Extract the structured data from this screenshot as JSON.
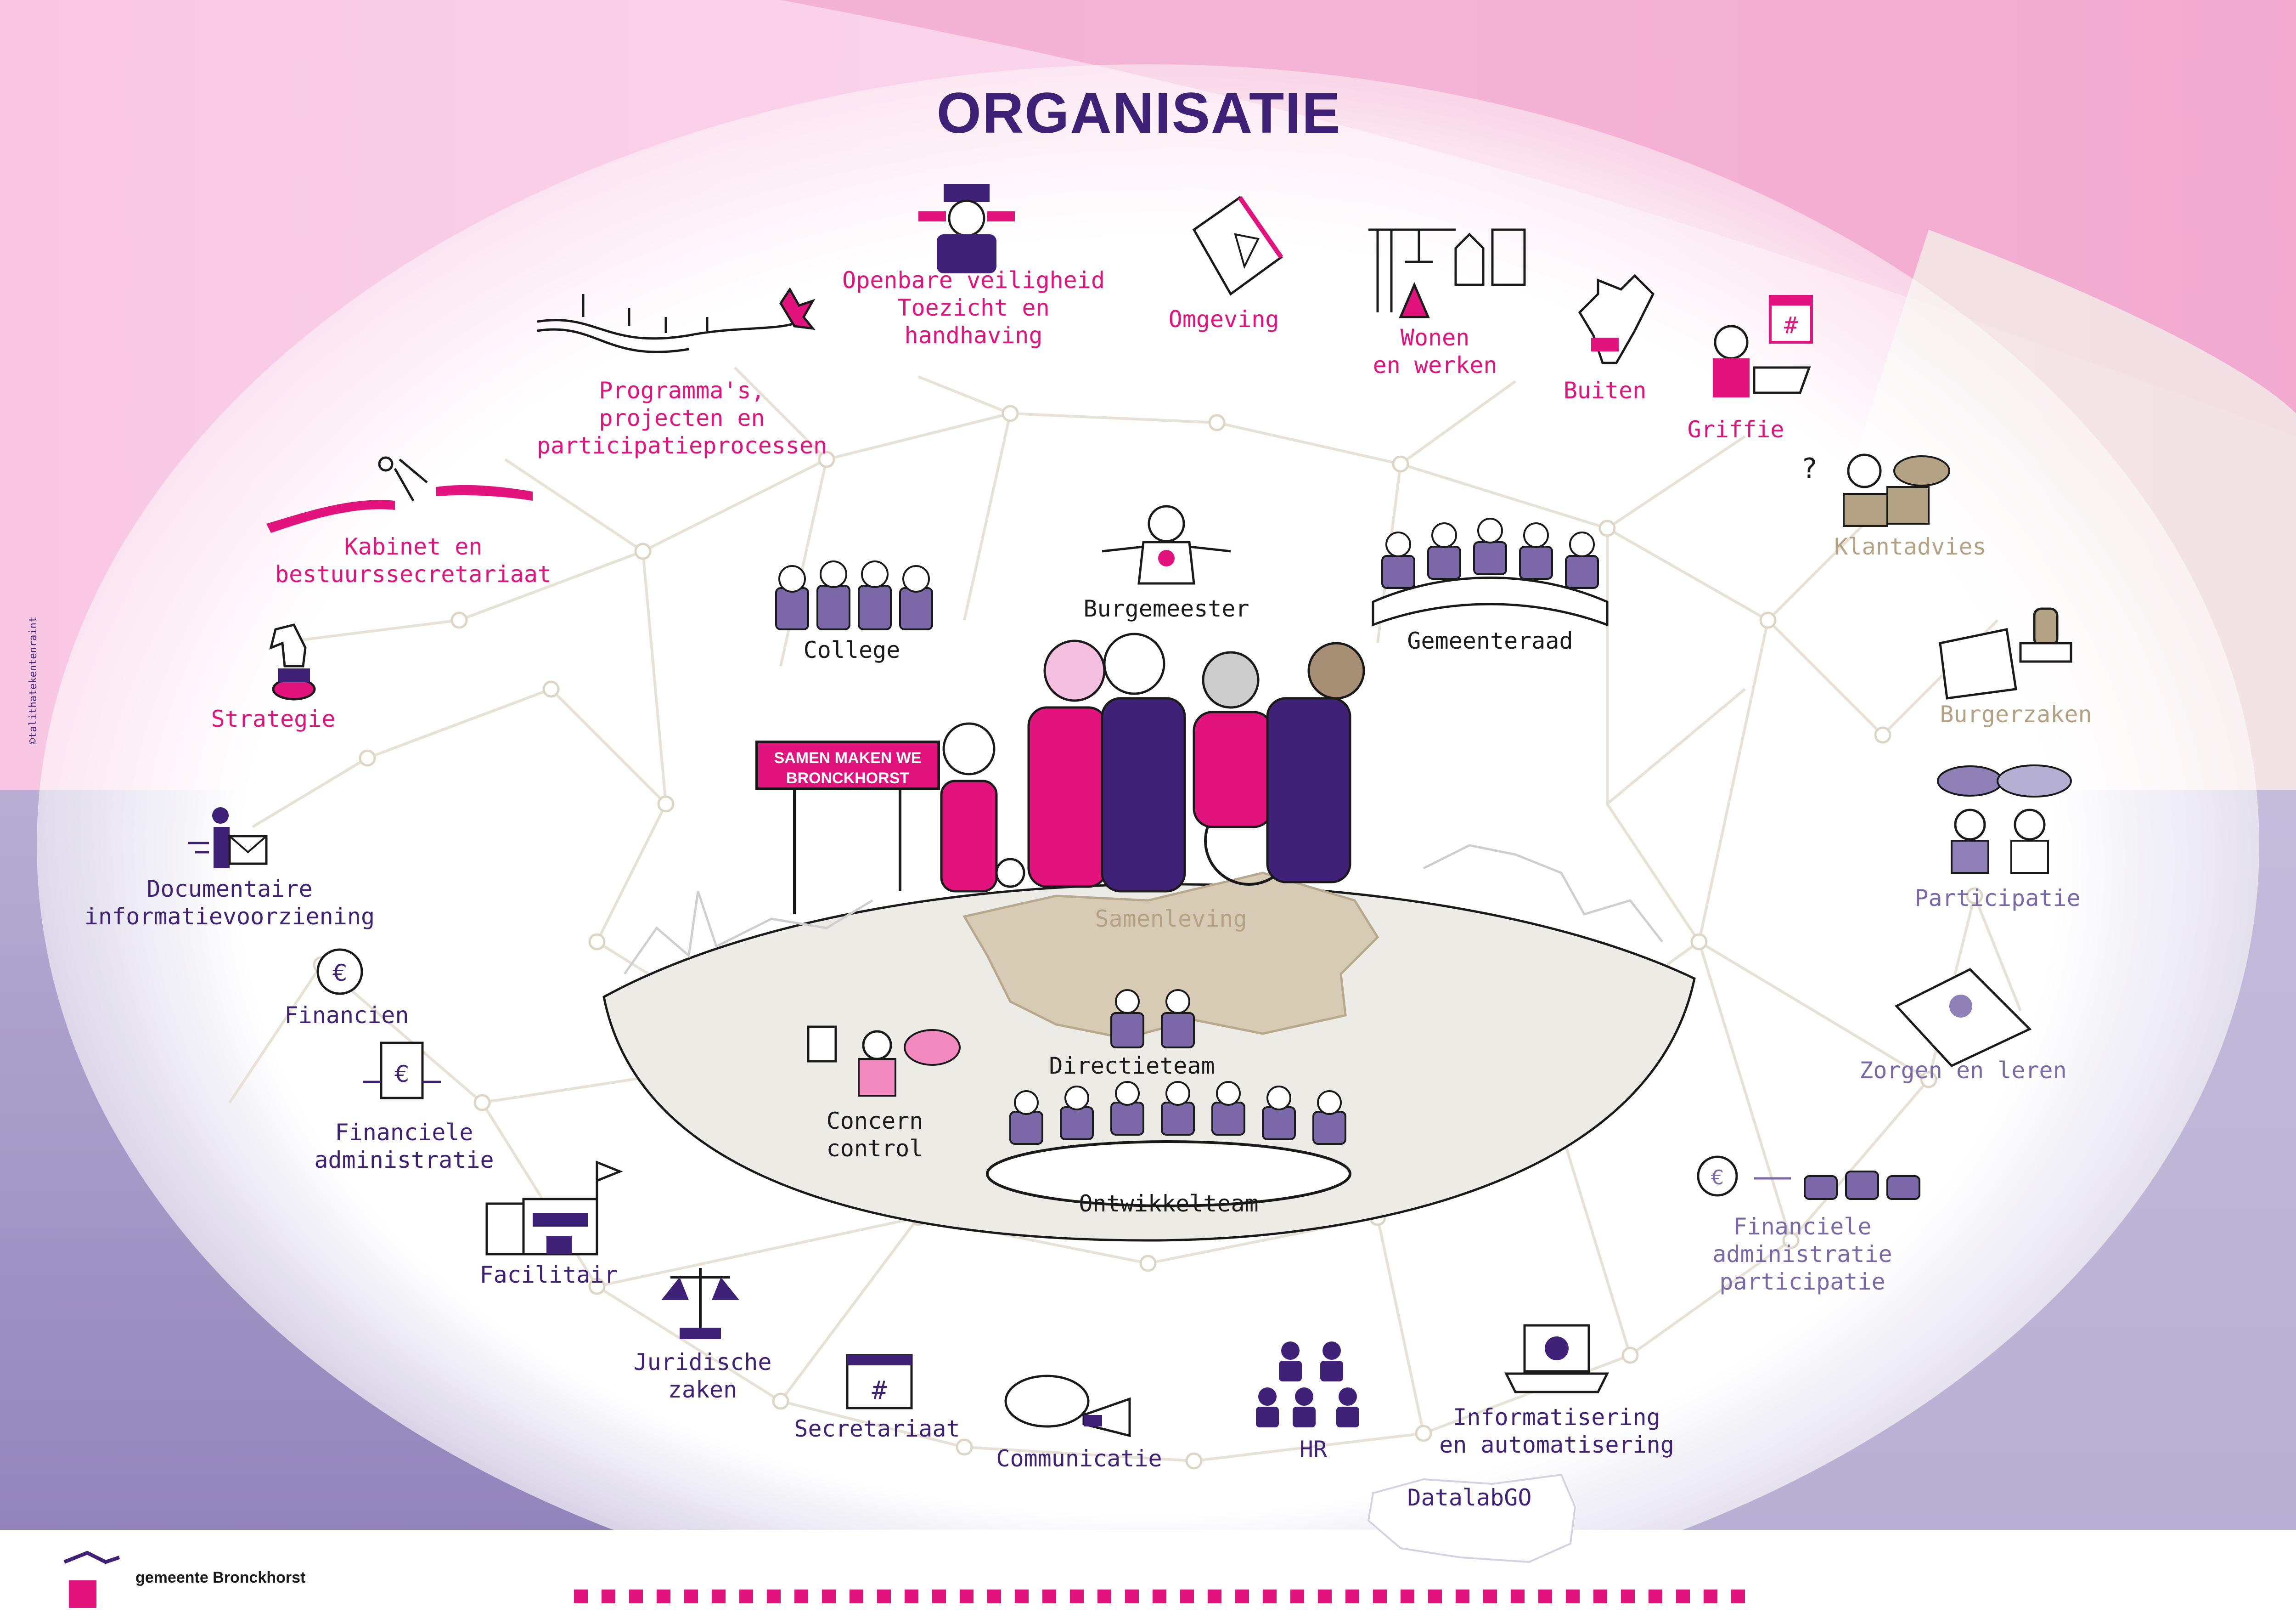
{
  "title": "ORGANISATIE",
  "sign_text": "SAMEN MAKEN WE\nBRONCKHORST",
  "credit": "©talithatekentenraint",
  "footer_brand": "gemeente Bronckhorst",
  "labels": {
    "openbare": "Openbare veiligheid\nToezicht en\nhandhaving",
    "omgeving": "Omgeving",
    "wonen": "Wonen\nen werken",
    "buiten": "Buiten",
    "griffie": "Griffie",
    "programmas": "Programma's,\nprojecten en\nparticipatieprocessen",
    "kabinet": "Kabinet en\nbestuurssecretariaat",
    "klantadvies": "Klantadvies",
    "strategie": "Strategie",
    "college": "College",
    "burgemeester": "Burgemeester",
    "gemeenteraad": "Gemeenteraad",
    "burgerzaken": "Burgerzaken",
    "documentaire": "Documentaire\ninformatievoorziening",
    "participatie": "Participatie",
    "samenleving": "Samenleving",
    "financien": "Financien",
    "zorgen": "Zorgen en leren",
    "directieteam": "Directieteam",
    "concern": "Concern\ncontrol",
    "finadmin": "Financiele\nadministratie",
    "ontwikkelteam": "Ontwikkelteam",
    "finadminpart": "Financiele\nadministratie\nparticipatie",
    "facilitair": "Facilitair",
    "juridische": "Juridische\nzaken",
    "secretariaat": "Secretariaat",
    "communicatie": "Communicatie",
    "hr": "HR",
    "informatisering": "Informatisering\nen automatisering",
    "datalab": "DatalabGO"
  },
  "colors": {
    "pink": "#e2137c",
    "purple": "#3f2277",
    "taupe": "#b4a285",
    "lavender": "#7b68a8",
    "lavender_fill": "#8f80b8",
    "map": "#d8cbb6"
  },
  "icons": [
    "officer-icon",
    "map-document-icon",
    "crane-houses-icon",
    "garden-glove-icon",
    "laptop-calendar-person-icon",
    "road-flags-icon",
    "ribbon-scissors-icon",
    "headset-speech-icon",
    "chess-knight-icon",
    "group-icon",
    "mayor-chain-icon",
    "council-table-icon",
    "stamp-document-icon",
    "person-mail-icon",
    "speech-people-icon",
    "money-bag-icon",
    "papers-person-icon",
    "document-euro-icon",
    "moneybag-group-icon",
    "building-icon",
    "scales-icon",
    "calendar-icon",
    "megaphone-icon",
    "team-network-icon",
    "laptop-gear-icon",
    "map-outline-icon",
    "bunny-logo-icon"
  ]
}
